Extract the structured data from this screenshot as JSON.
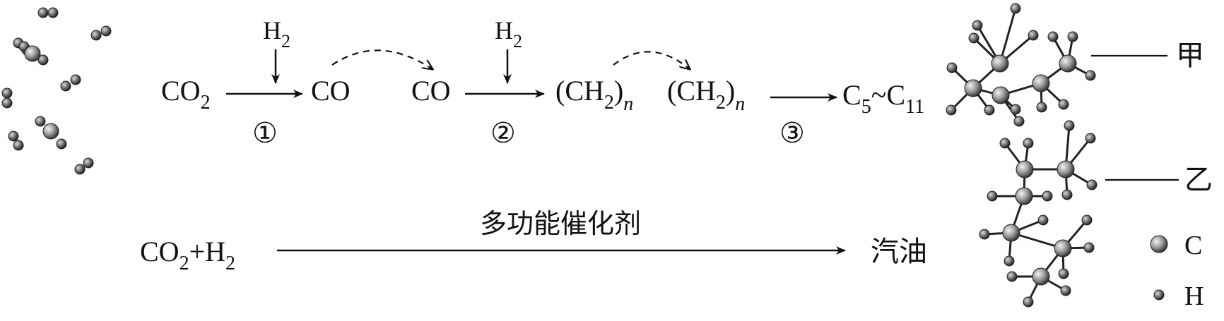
{
  "step1": {
    "reactant": "CO",
    "reactant_sub": "2",
    "product": "CO",
    "reagent": "H",
    "reagent_sub": "2",
    "number": "①"
  },
  "step2": {
    "reactant": "CO",
    "product_open": "(CH",
    "product_sub": "2",
    "product_close": ")",
    "product_n": "n",
    "reagent": "H",
    "reagent_sub": "2",
    "number": "②"
  },
  "step3": {
    "reactant_open": "(CH",
    "reactant_sub": "2",
    "reactant_close": ")",
    "reactant_n": "n",
    "product_a": "C",
    "product_a_sub": "5",
    "product_tilde": "~C",
    "product_b_sub": "11",
    "number": "③"
  },
  "overall": {
    "reactant_a": "CO",
    "reactant_a_sub": "2",
    "plus": "+H",
    "reactant_b_sub": "2",
    "catalyst": "多功能催化剂",
    "product": "汽油"
  },
  "labels": {
    "jia": "甲",
    "yi": "乙"
  },
  "legend": {
    "carbon": "C",
    "hydrogen": "H"
  }
}
